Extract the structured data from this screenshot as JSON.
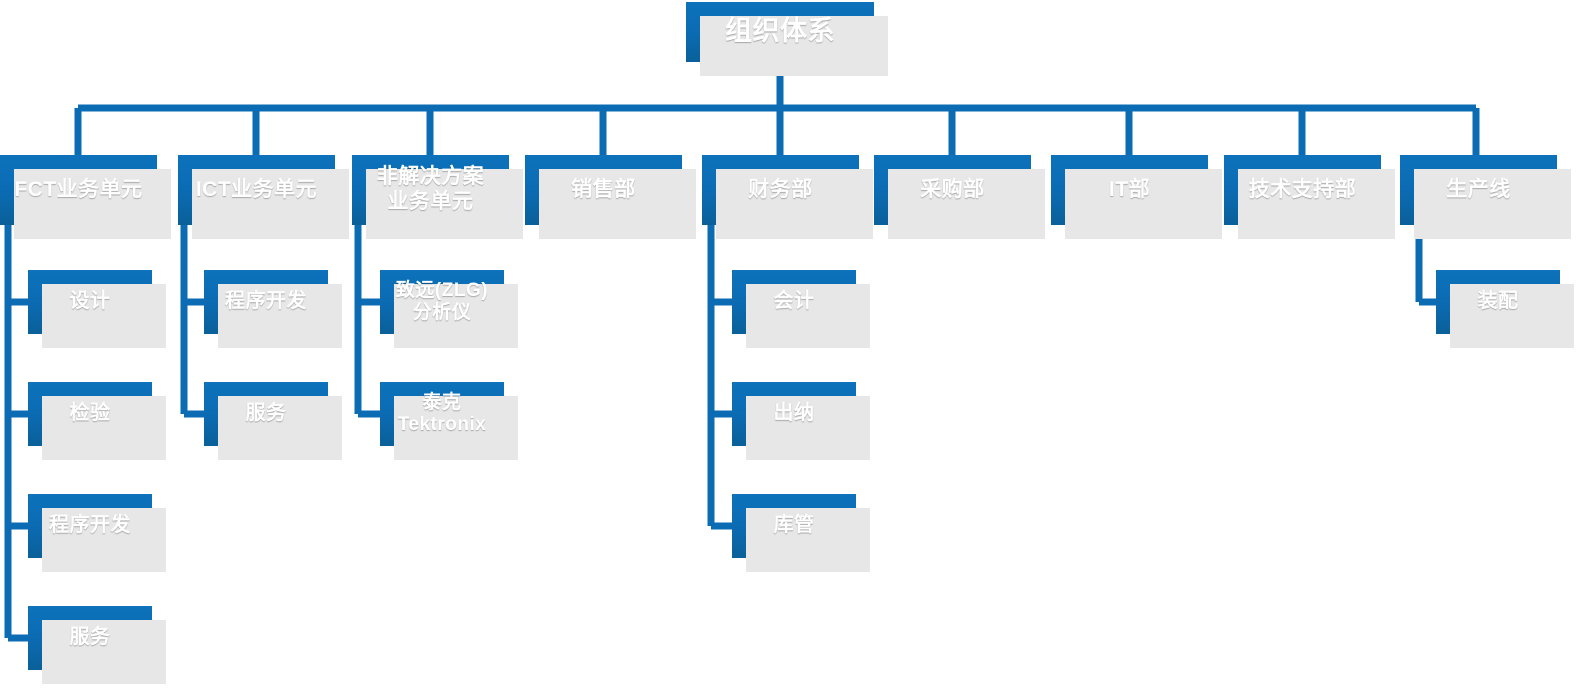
{
  "title": "组织体系",
  "theme": {
    "box_fill_top": "#0d72bb",
    "box_fill_bottom": "#0a6099",
    "connector_color": "#0b6cb4",
    "shadow_color": "#e7e7e7",
    "text_color": "#ffffff",
    "background": "#ffffff"
  },
  "root": {
    "label": "组织体系"
  },
  "level1": [
    {
      "label": "FCT业务单元"
    },
    {
      "label": "ICT业务单元"
    },
    {
      "label": "非解决方案\n业务单元"
    },
    {
      "label": "销售部"
    },
    {
      "label": "财务部"
    },
    {
      "label": "采购部"
    },
    {
      "label": "IT部"
    },
    {
      "label": "技术支持部"
    },
    {
      "label": "生产线"
    }
  ],
  "children": {
    "fct": [
      {
        "label": "设计"
      },
      {
        "label": "检验"
      },
      {
        "label": "程序开发"
      },
      {
        "label": "服务"
      }
    ],
    "ict": [
      {
        "label": "程序开发"
      },
      {
        "label": "服务"
      }
    ],
    "non_solution": [
      {
        "label": "致远(ZLG)\n分析仪"
      },
      {
        "label": "泰克\nTektronix"
      }
    ],
    "sales": [],
    "finance": [
      {
        "label": "会计"
      },
      {
        "label": "出纳"
      },
      {
        "label": "库管"
      }
    ],
    "purchasing": [],
    "it": [],
    "tech_support": [],
    "production": [
      {
        "label": "装配"
      }
    ]
  }
}
